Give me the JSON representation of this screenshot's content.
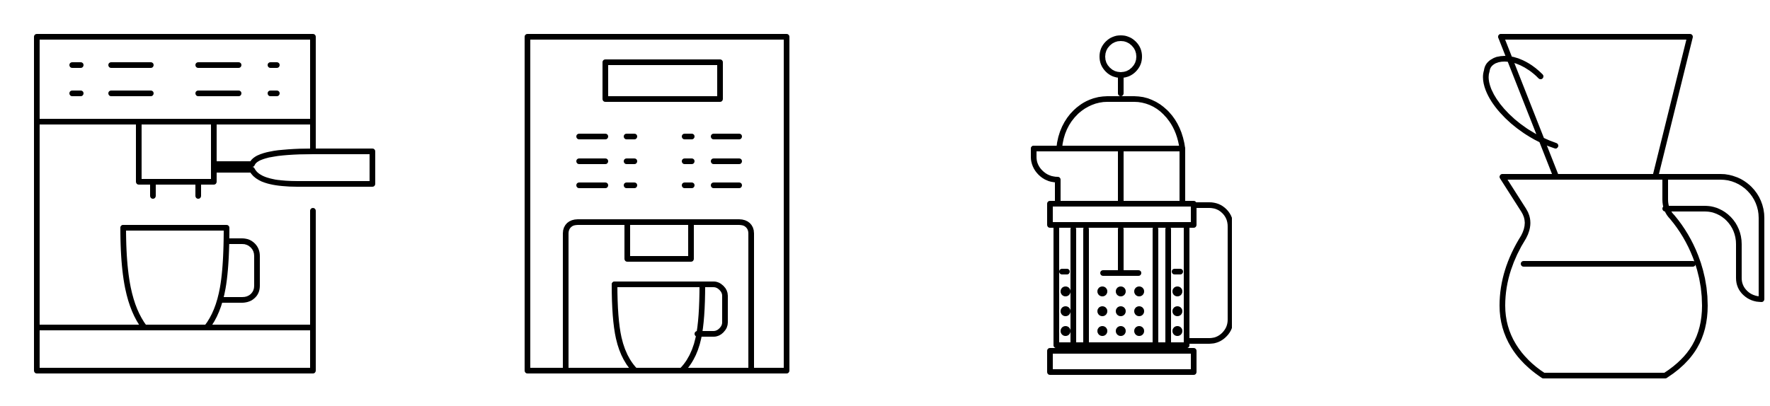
{
  "icons": [
    {
      "name": "espresso-machine-with-portafilter"
    },
    {
      "name": "automatic-coffee-machine"
    },
    {
      "name": "french-press"
    },
    {
      "name": "pour-over-coffee-maker"
    }
  ],
  "colors": {
    "stroke": "#000000",
    "background": "#ffffff"
  }
}
